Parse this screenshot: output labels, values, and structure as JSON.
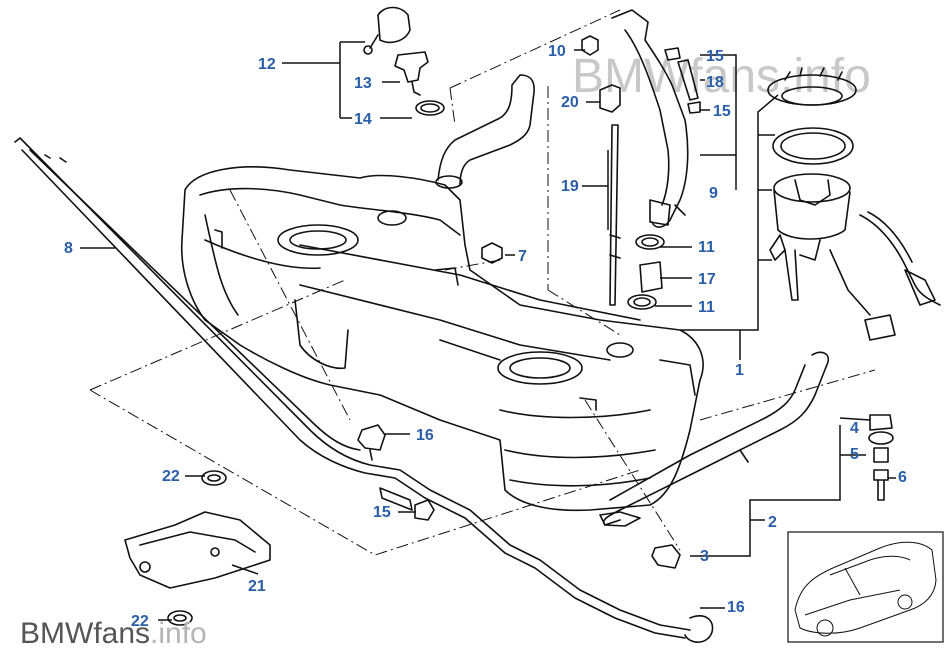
{
  "diagram": {
    "ink_color": "#111111",
    "callout_color": "#2a5fa8",
    "callouts": [
      {
        "id": "c-12",
        "label": "12"
      },
      {
        "id": "c-13",
        "label": "13"
      },
      {
        "id": "c-14",
        "label": "14"
      },
      {
        "id": "c-10",
        "label": "10"
      },
      {
        "id": "c-15a",
        "label": "15"
      },
      {
        "id": "c-18",
        "label": "18"
      },
      {
        "id": "c-20",
        "label": "20"
      },
      {
        "id": "c-15b",
        "label": "15"
      },
      {
        "id": "c-19",
        "label": "19"
      },
      {
        "id": "c-9",
        "label": "9"
      },
      {
        "id": "c-8",
        "label": "8"
      },
      {
        "id": "c-7",
        "label": "7"
      },
      {
        "id": "c-11a",
        "label": "11"
      },
      {
        "id": "c-17",
        "label": "17"
      },
      {
        "id": "c-11b",
        "label": "11"
      },
      {
        "id": "c-1",
        "label": "1"
      },
      {
        "id": "c-16a",
        "label": "16"
      },
      {
        "id": "c-4",
        "label": "4"
      },
      {
        "id": "c-5",
        "label": "5"
      },
      {
        "id": "c-6",
        "label": "6"
      },
      {
        "id": "c-22a",
        "label": "22"
      },
      {
        "id": "c-15c",
        "label": "15"
      },
      {
        "id": "c-2",
        "label": "2"
      },
      {
        "id": "c-3",
        "label": "3"
      },
      {
        "id": "c-21",
        "label": "21"
      },
      {
        "id": "c-16b",
        "label": "16"
      },
      {
        "id": "c-22b",
        "label": "22"
      }
    ]
  },
  "watermark": {
    "top": "BMWfans.info",
    "bottom_main": "BMWfans",
    "bottom_suffix": ".info"
  }
}
